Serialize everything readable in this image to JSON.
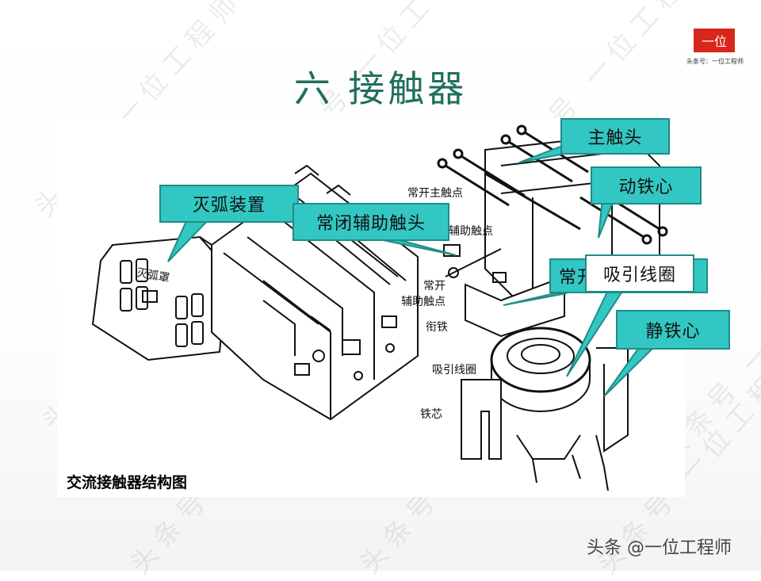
{
  "slide": {
    "title": "六 接触器",
    "caption": "交流接触器结构图",
    "footer": "头条 @一位工程师"
  },
  "logo": {
    "mark": "一位",
    "subtitle": "头条号：一位工程师"
  },
  "watermark": {
    "text": "头条号 一位工程师"
  },
  "diagram_labels": {
    "arc_hood": "灭弧罩",
    "no_main_contact": "常开主触点",
    "aux_contact": "辅助触点",
    "no_aux_line1": "常开",
    "no_aux_line2": "辅助触点",
    "armature": "衔铁",
    "coil": "吸引线圈",
    "core": "铁芯"
  },
  "callouts": {
    "main_contact": "主触头",
    "moving_core": "动铁心",
    "arc_device": "灭弧装置",
    "nc_aux_contact": "常闭辅助触头",
    "no_aux_partial": "常开",
    "coil": "吸引线圈",
    "static_core": "静铁心"
  },
  "colors": {
    "title": "#1f6f5c",
    "callout_fill": "#33c7c3",
    "callout_border": "#1f8c87",
    "logo_red": "#d9261c"
  }
}
